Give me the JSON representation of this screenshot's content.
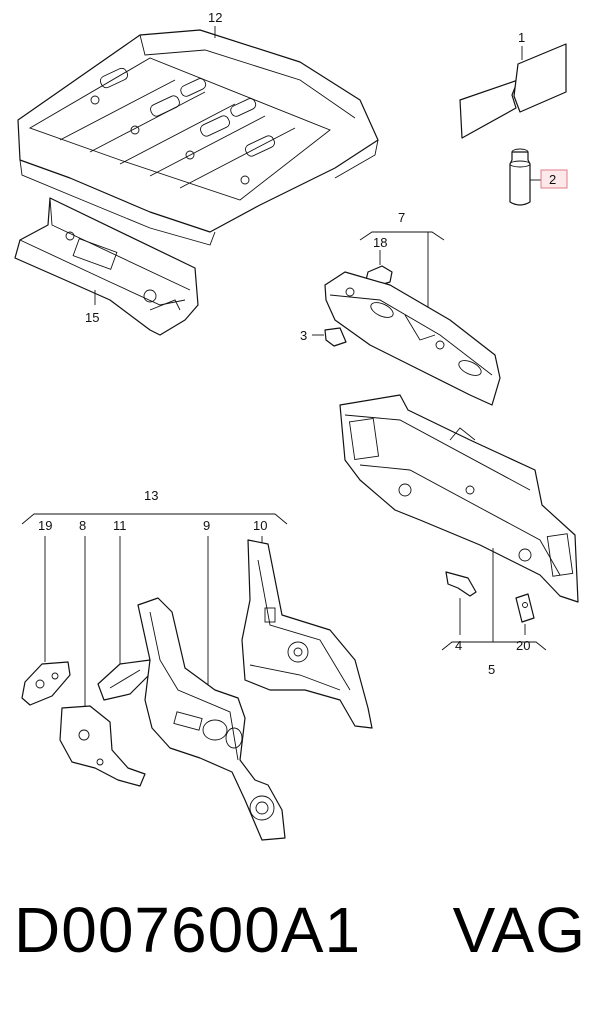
{
  "callouts": {
    "c1": "1",
    "c2": "2",
    "c3": "3",
    "c4": "4",
    "c5": "5",
    "c7": "7",
    "c8": "8",
    "c9": "9",
    "c10": "10",
    "c11": "11",
    "c12": "12",
    "c13": "13",
    "c15": "15",
    "c18": "18",
    "c19": "19",
    "c20": "20"
  },
  "highlight_color": "#e07b88",
  "footer": {
    "part_code": "D007600A1",
    "brand": "VAG"
  }
}
